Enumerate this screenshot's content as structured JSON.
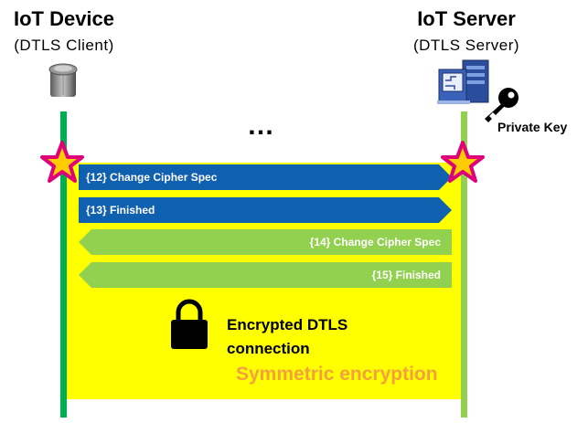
{
  "left_actor": {
    "title": "IoT Device",
    "subtitle": "(DTLS Client)"
  },
  "right_actor": {
    "title": "IoT Server",
    "subtitle": "(DTLS Server)"
  },
  "ellipsis": "…",
  "private_key_label": "Private Key",
  "messages": [
    {
      "label": "{12} Change Cipher Spec",
      "direction": "client-to-server"
    },
    {
      "label": "{13} Finished",
      "direction": "client-to-server"
    },
    {
      "label": "{14} Change Cipher Spec",
      "direction": "server-to-client"
    },
    {
      "label": "{15} Finished",
      "direction": "server-to-client"
    }
  ],
  "lock_caption": {
    "line1": "Encrypted DTLS",
    "line2": "connection"
  },
  "symmetric_label": "Symmetric encryption",
  "colors": {
    "zone": "#ffff00",
    "client_arrow": "#1060b0",
    "server_arrow": "#92d050",
    "client_lifeline": "#00b050",
    "server_lifeline": "#92d050",
    "star_fill": "#ffcc00",
    "star_outline": "#e0007a",
    "symmetric_text": "#f4a040"
  }
}
